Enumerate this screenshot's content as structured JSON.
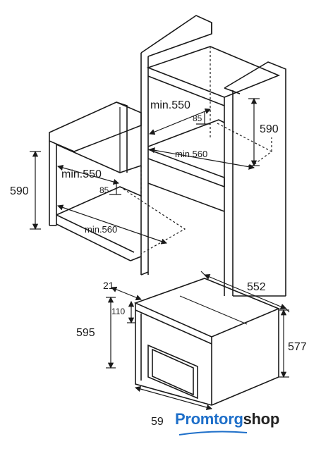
{
  "labels": {
    "upper_min_depth": "min.550",
    "upper_min_width": "min.560",
    "upper_height": "590",
    "upper_vent": "85",
    "lower_min_depth": "min.550",
    "lower_min_width": "min.560",
    "lower_height": "590",
    "lower_vent": "85",
    "oven_width": "552",
    "oven_height": "577",
    "oven_front_height": "595",
    "oven_panel_height": "110",
    "oven_door_thickness": "21"
  },
  "footer": {
    "page_number": "59",
    "brand_part1": "Promtorg",
    "brand_part2": "shop"
  },
  "colors": {
    "line": "#1a1a1a",
    "brand_blue": "#1e6fc9",
    "brand_dark": "#222222"
  }
}
